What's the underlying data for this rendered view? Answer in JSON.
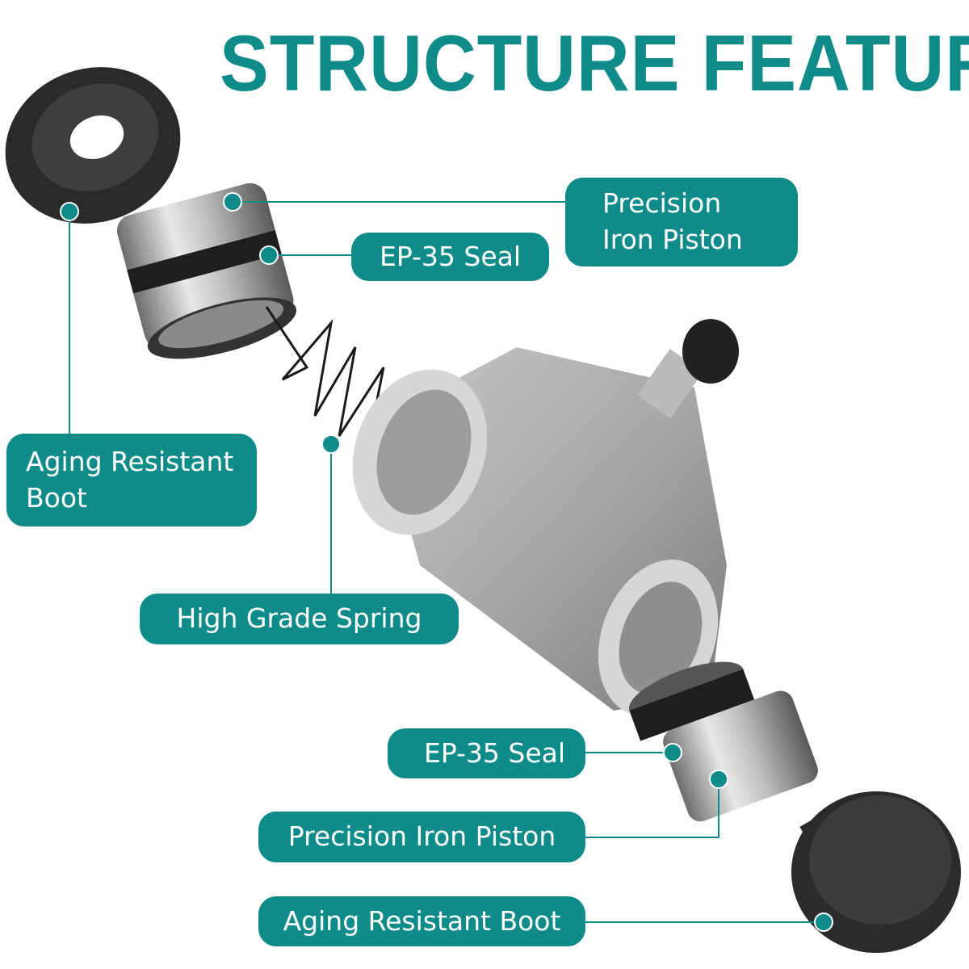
{
  "title": "STRUCTURE FEATURE",
  "accent_color": "#0f8c8a",
  "labels": {
    "top_piston": [
      "Precision",
      "Iron Piston"
    ],
    "top_seal": "EP-35 Seal",
    "left_boot": [
      "Aging Resistant",
      "Boot"
    ],
    "spring": "High Grade Spring",
    "bottom_seal": "EP-35 Seal",
    "bottom_piston": "Precision Iron Piston",
    "bottom_boot": "Aging Resistant Boot"
  }
}
